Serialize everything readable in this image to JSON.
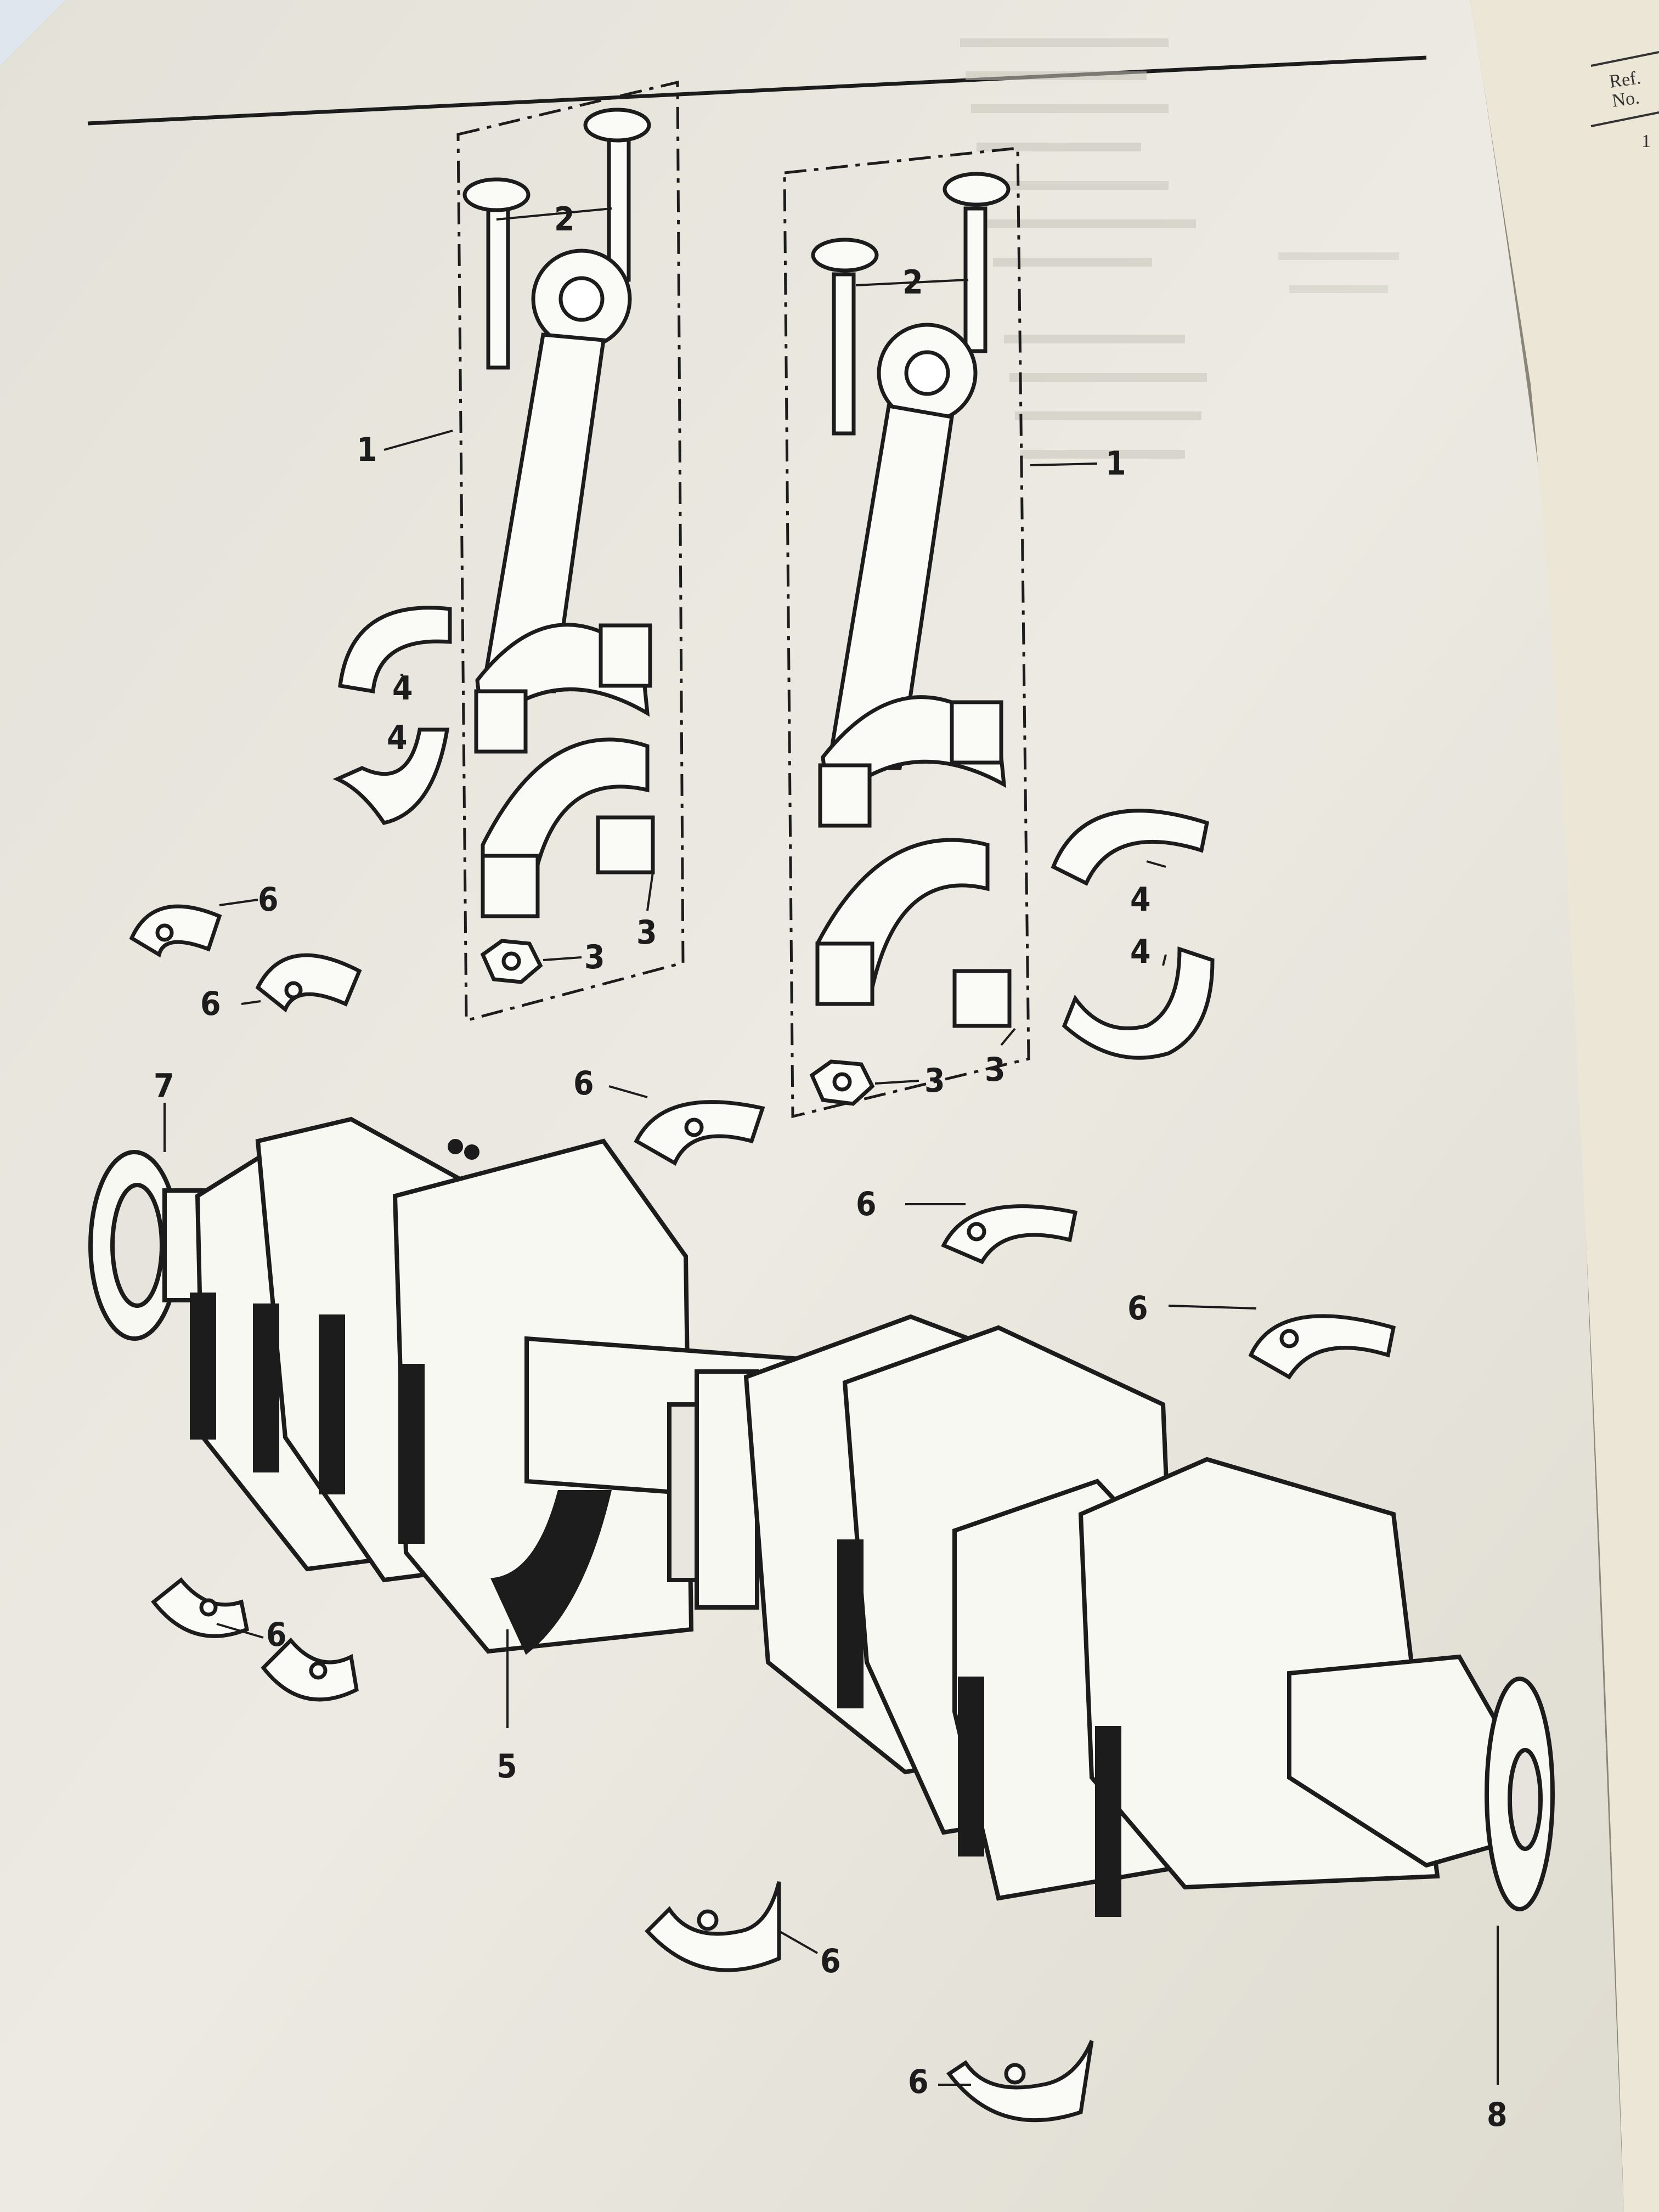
{
  "corner_header": {
    "line1": "Ref.",
    "line2": "No.",
    "value": "1"
  },
  "callouts": [
    "1",
    "2",
    "3",
    "4",
    "5",
    "6",
    "7",
    "8"
  ],
  "colors": {
    "paper": "#eceae2",
    "ink": "#1c1c1c",
    "background": "#8a8578"
  }
}
